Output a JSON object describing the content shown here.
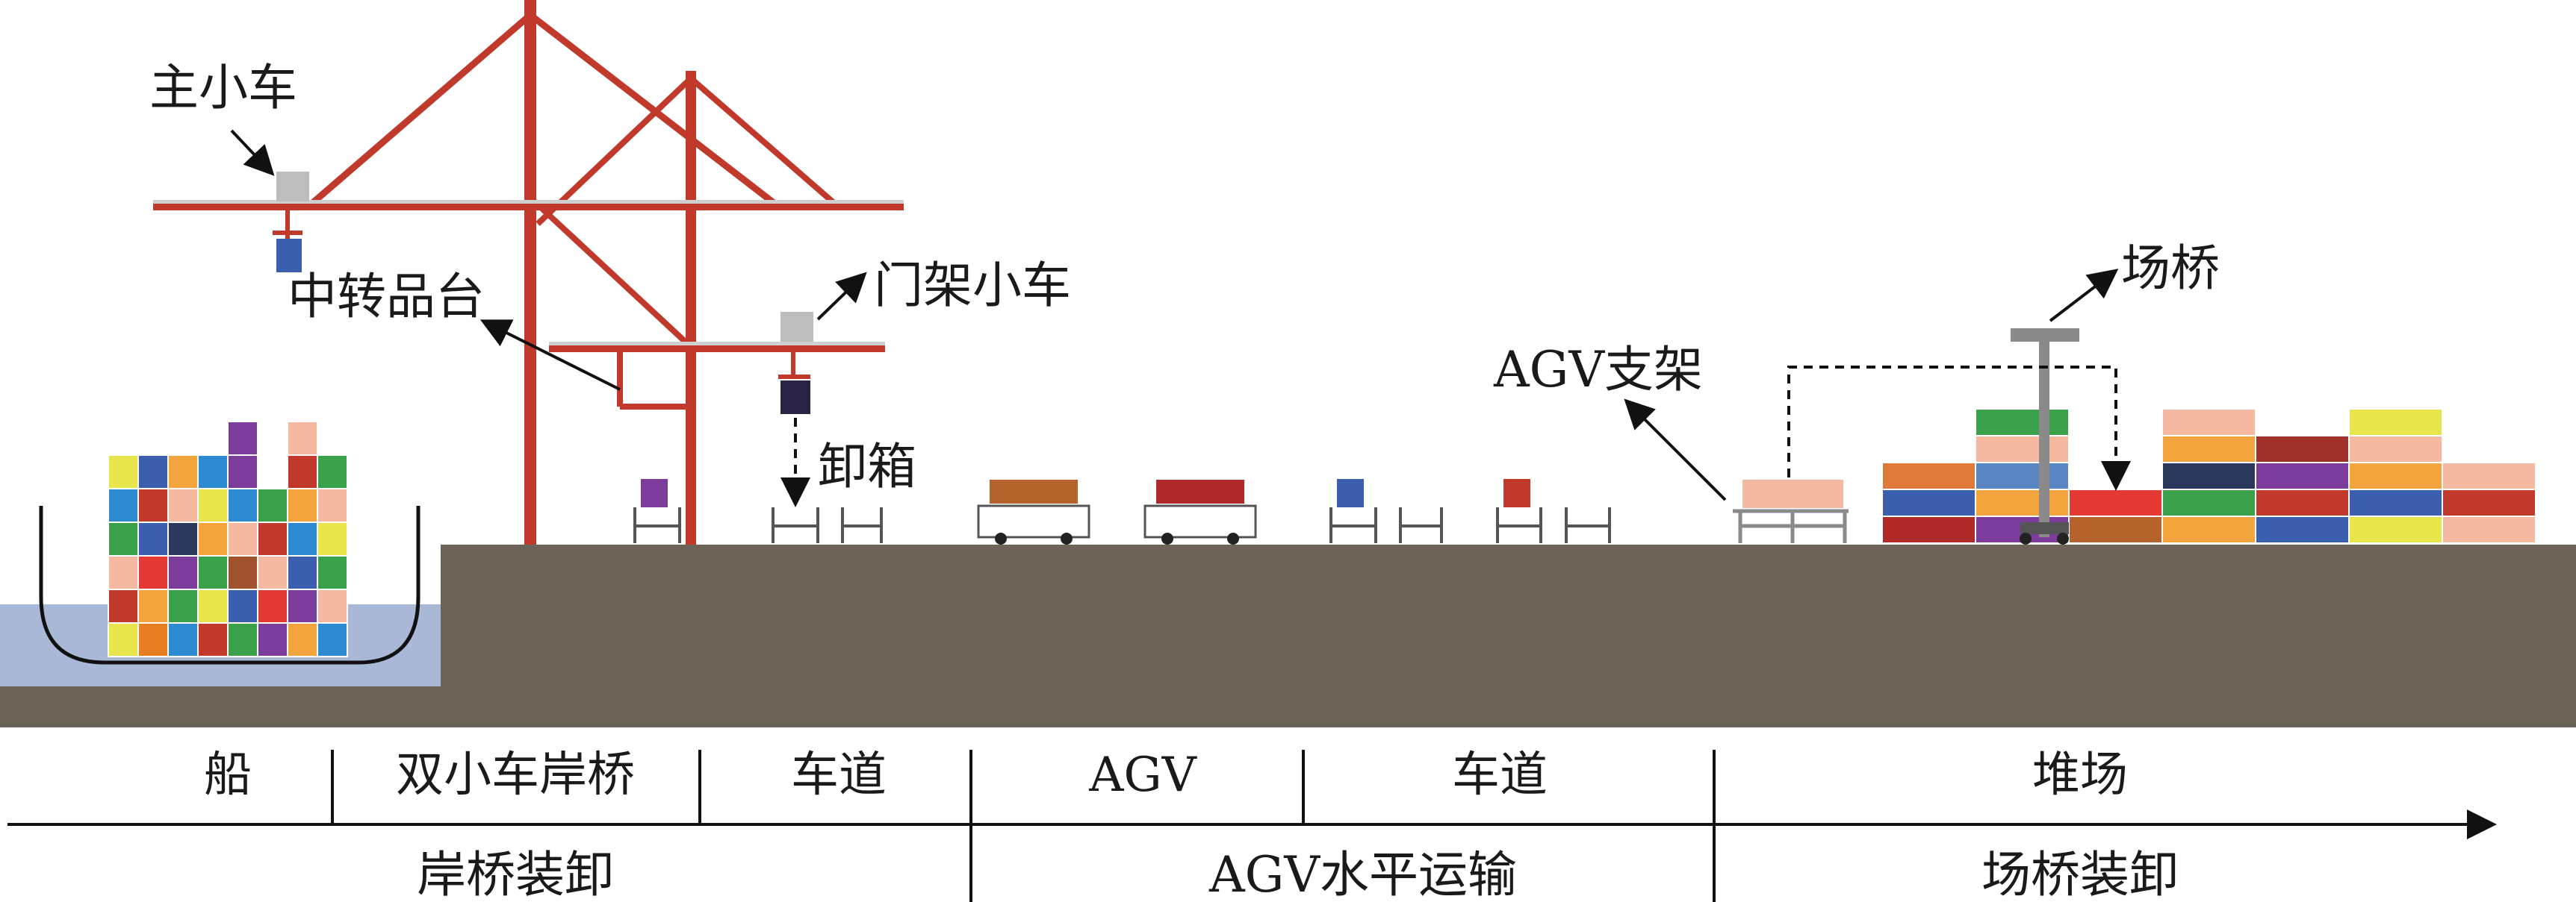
{
  "labels": {
    "main_trolley": "主小车",
    "transfer_platform": "中转品台",
    "portal_trolley": "门架小车",
    "unload": "卸箱",
    "agv_frame": "AGV支架",
    "yard_crane": "场桥"
  },
  "zones": {
    "ship": "船",
    "dual_trolley_qc": "双小车岸桥",
    "lane_1": "车道",
    "agv": "AGV",
    "lane_2": "车道",
    "yard": "堆场"
  },
  "phases": {
    "qc_handling": "岸桥装卸",
    "agv_transport": "AGV水平运输",
    "yard_handling": "场桥装卸"
  },
  "colors": {
    "ground": "#6b6258",
    "water": "#a9b8d6",
    "crane": "#c0392b",
    "trolley": "#bdbdbd",
    "rail": "#c9c9c9"
  }
}
